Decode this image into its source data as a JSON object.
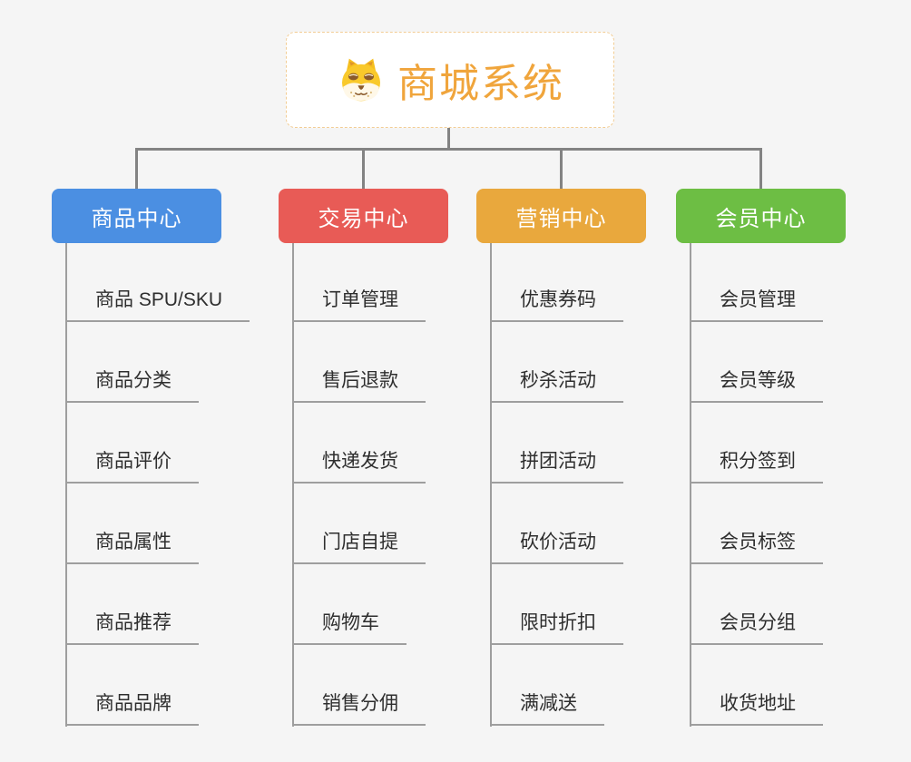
{
  "root": {
    "title": "商城系统",
    "icon": "dog-face-icon",
    "title_color": "#F0A53C",
    "border_color": "#F2CD95"
  },
  "connector_color": "#838383",
  "branches": [
    {
      "label": "商品中心",
      "color": "#4B8FE2",
      "items": [
        "商品 SPU/SKU",
        "商品分类",
        "商品评价",
        "商品属性",
        "商品推荐",
        "商品品牌"
      ]
    },
    {
      "label": "交易中心",
      "color": "#E85B56",
      "items": [
        "订单管理",
        "售后退款",
        "快递发货",
        "门店自提",
        "购物车",
        "销售分佣"
      ]
    },
    {
      "label": "营销中心",
      "color": "#E9A83D",
      "items": [
        "优惠券码",
        "秒杀活动",
        "拼团活动",
        "砍价活动",
        "限时折扣",
        "满减送"
      ]
    },
    {
      "label": "会员中心",
      "color": "#6DBE44",
      "items": [
        "会员管理",
        "会员等级",
        "积分签到",
        "会员标签",
        "会员分组",
        "收货地址"
      ]
    }
  ]
}
